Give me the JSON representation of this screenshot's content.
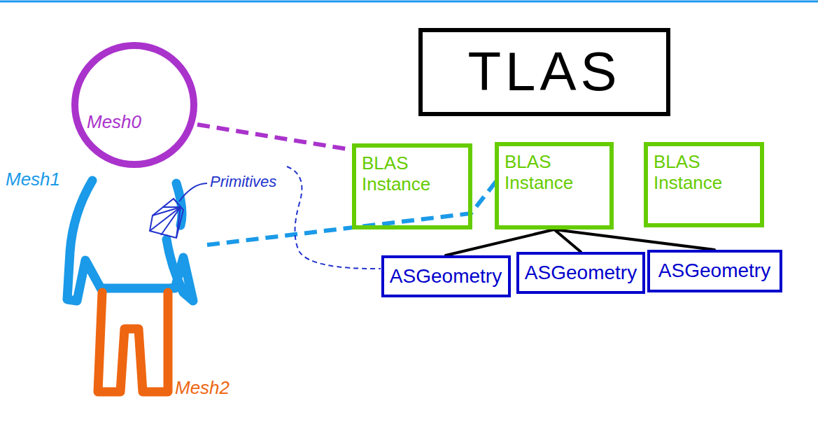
{
  "diagram": {
    "nodes": [
      {
        "text": [
          "TLAS"
        ]
      },
      {
        "text": [
          "BLAS Instance"
        ]
      },
      {
        "text": [
          "BLAS Instance"
        ]
      },
      {
        "text": [
          "BLAS Instance"
        ]
      },
      {
        "text": [
          "ASGeometry"
        ]
      },
      {
        "text": [
          "ASGeometry"
        ]
      },
      {
        "text": [
          "ASGeometry"
        ]
      }
    ],
    "edges": [
      {
        "from": 2,
        "to": 4,
        "arrow": "none"
      },
      {
        "from": 2,
        "to": 5,
        "arrow": "none"
      },
      {
        "from": 2,
        "to": 6,
        "arrow": "none"
      }
    ],
    "labels": [
      "Mesh0",
      "Mesh1",
      "Mesh2",
      "Primitives"
    ]
  }
}
